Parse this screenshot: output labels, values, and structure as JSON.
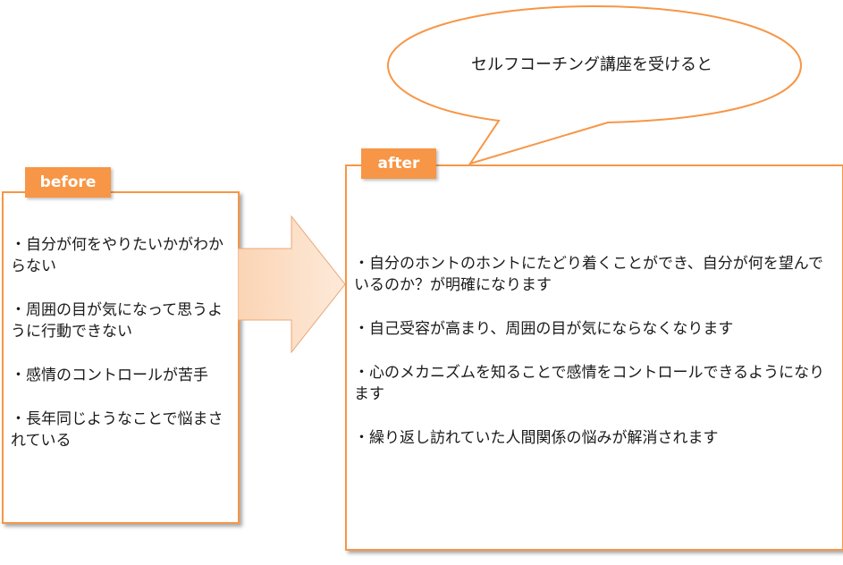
{
  "speech_bubble": {
    "text": "セルフコーチング講座を受けると"
  },
  "before": {
    "label": "before",
    "items": [
      "・自分が何をやりたいかがわからない",
      "・周囲の目が気になって思うように行動できない",
      "・感情のコントロールが苦手",
      "・長年同じようなことで悩まされている"
    ]
  },
  "after": {
    "label": "after",
    "items": [
      "・自分のホントのホントにたどり着くことができ、自分が何を望んでいるのか？が明確になります",
      "・自己受容が高まり、周囲の目が気にならなくなります",
      "・心のメカニズムを知ることで感情をコントロールできるようになります",
      "・繰り返し訪れていた人間関係の悩みが解消されます"
    ]
  },
  "colors": {
    "accent": "#f79646",
    "arrow_fill_start": "#fbd4b4",
    "arrow_fill_end": "#fdeada",
    "text": "#1a1a1a"
  },
  "icons": {
    "arrow": "right-arrow-icon",
    "bubble": "speech-bubble-icon"
  }
}
